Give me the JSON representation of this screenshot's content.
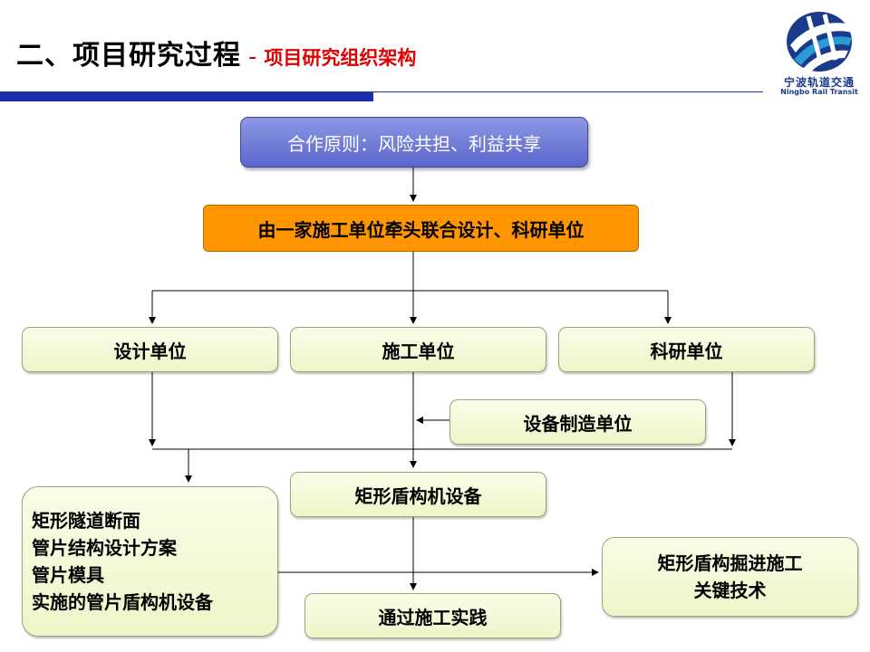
{
  "header": {
    "title": "二、项目研究过程",
    "separator": "-",
    "subtitle": "项目研究组织架构"
  },
  "logo": {
    "name_cn": "宁波轨道交通",
    "name_en": "Ningbo Rail Transit",
    "colors": {
      "primary": "#1a3a8c",
      "accent": "#2a9ad8"
    }
  },
  "colors": {
    "title_bar": "#1a2fa8",
    "subtitle": "#e00000",
    "orange_box": "#ff9600",
    "blue_box": "#6a74d6",
    "green_box": "#f3f8d6"
  },
  "diagram": {
    "principle": "合作原则：风险共担、利益共享",
    "lead": "由一家施工单位牵头联合设计、科研单位",
    "units": {
      "design": "设计单位",
      "construction": "施工单位",
      "research": "科研单位",
      "equipment": "设备制造单位"
    },
    "machine": "矩形盾构机设备",
    "practice": "通过施工实践",
    "outputs": [
      "矩形隧道断面",
      "管片结构设计方案",
      "管片模具",
      "实施的管片盾构机设备"
    ],
    "key_tech": [
      "矩形盾构掘进施工",
      "关键技术"
    ]
  }
}
